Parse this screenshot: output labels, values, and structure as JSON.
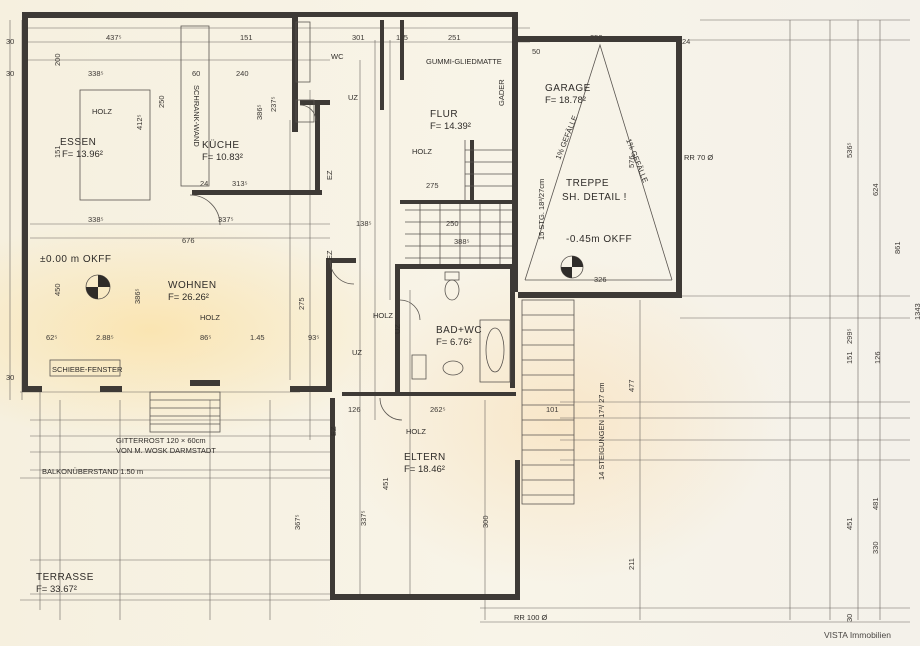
{
  "rooms": {
    "essen": {
      "label": "ESSEN",
      "area": "F= 13.96²"
    },
    "kueche": {
      "label": "KÜCHE",
      "area": "F= 10.83²"
    },
    "wohnen": {
      "label": "WOHNEN",
      "area": "F= 26.26²"
    },
    "flur": {
      "label": "FLUR",
      "area": "F= 14.39²"
    },
    "garage": {
      "label": "GARAGE",
      "area": "F= 18.78²"
    },
    "bad": {
      "label": "BAD+WC",
      "area": "F= 6.76²"
    },
    "eltern": {
      "label": "ELTERN",
      "area": "F= 18.46²"
    },
    "terrasse": {
      "label": "TERRASSE",
      "area": "F= 33.67²"
    },
    "wc": {
      "label": "WC"
    }
  },
  "annotations": {
    "holz": "HOLZ",
    "schrankwand": "SCHRANK-WAND",
    "gummi": "GUMMI-GLIEDMATTE",
    "gader": "GADER",
    "treppe": "TREPPE",
    "sh_detail": "SH. DETAIL !",
    "okff_main": "±0.00 m OKFF",
    "okff_garage": "-0.45m OKFF",
    "gefaelle": "1% GEFÄLLE",
    "stg": "15 STG. 18³/27cm",
    "steigungen": "14 STEIGUNGEN 17³/ 27 cm",
    "gitterrost": "GITTERROST 120 × 60cm",
    "gitterrost_von": "VON M. WOSK DARMSTADT",
    "balkon": "BALKONÜBERSTAND 1.50 m",
    "schiebefenster": "SCHIEBE-FENSTER",
    "rr70": "RR 70 Ø",
    "rr100": "RR 100 Ø",
    "ez": "EZ",
    "uz": "UZ"
  },
  "dimensions": {
    "top": [
      "30",
      "437⁵",
      "151",
      "301",
      "115",
      "251",
      "50",
      "250",
      "24"
    ],
    "left": [
      "30",
      "200",
      "338⁵",
      "151",
      "338⁵",
      "450",
      "62⁵",
      "30"
    ],
    "inner": [
      "60",
      "240",
      "250",
      "412⁵",
      "386⁵",
      "237⁵",
      "313⁵",
      "337⁵",
      "676",
      "386⁵",
      "275",
      "86⁵",
      "1.45",
      "2.88⁵",
      "93⁵",
      "262⁵",
      "126",
      "138⁵",
      "275",
      "250",
      "388⁵",
      "326",
      "576",
      "477",
      "211",
      "451",
      "337⁵",
      "367⁵",
      "300",
      "101",
      "24"
    ],
    "right": [
      "536⁵",
      "624",
      "861",
      "299⁵",
      "151",
      "126",
      "481",
      "451",
      "330",
      "30",
      "1343"
    ]
  },
  "watermark": "VISTA Immobilien",
  "colors": {
    "paper": "#f7f2e4",
    "wall": "#3e3a36",
    "line": "#5a5550",
    "stain": "#f5d48a"
  }
}
